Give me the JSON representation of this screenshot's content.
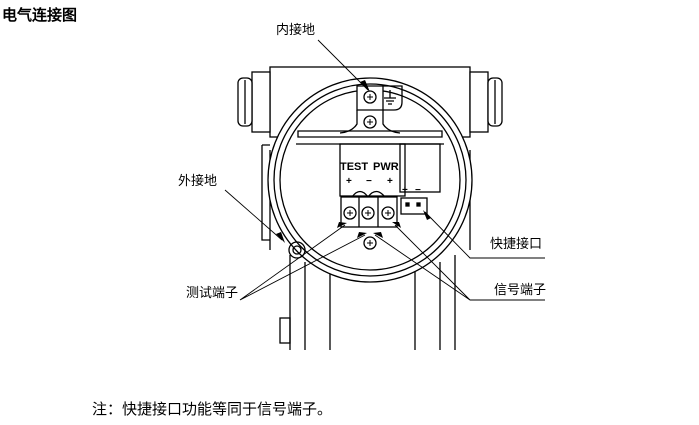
{
  "title": "电气连接图",
  "labels": {
    "inner_ground": "内接地",
    "outer_ground": "外接地",
    "test_terminal": "测试端子",
    "quick_connector": "快捷接口",
    "signal_terminal": "信号端子"
  },
  "board": {
    "test": "TEST",
    "pwr": "PWR",
    "plus": "+",
    "minus": "−"
  },
  "note": "注：快捷接口功能等同于信号端子。"
}
